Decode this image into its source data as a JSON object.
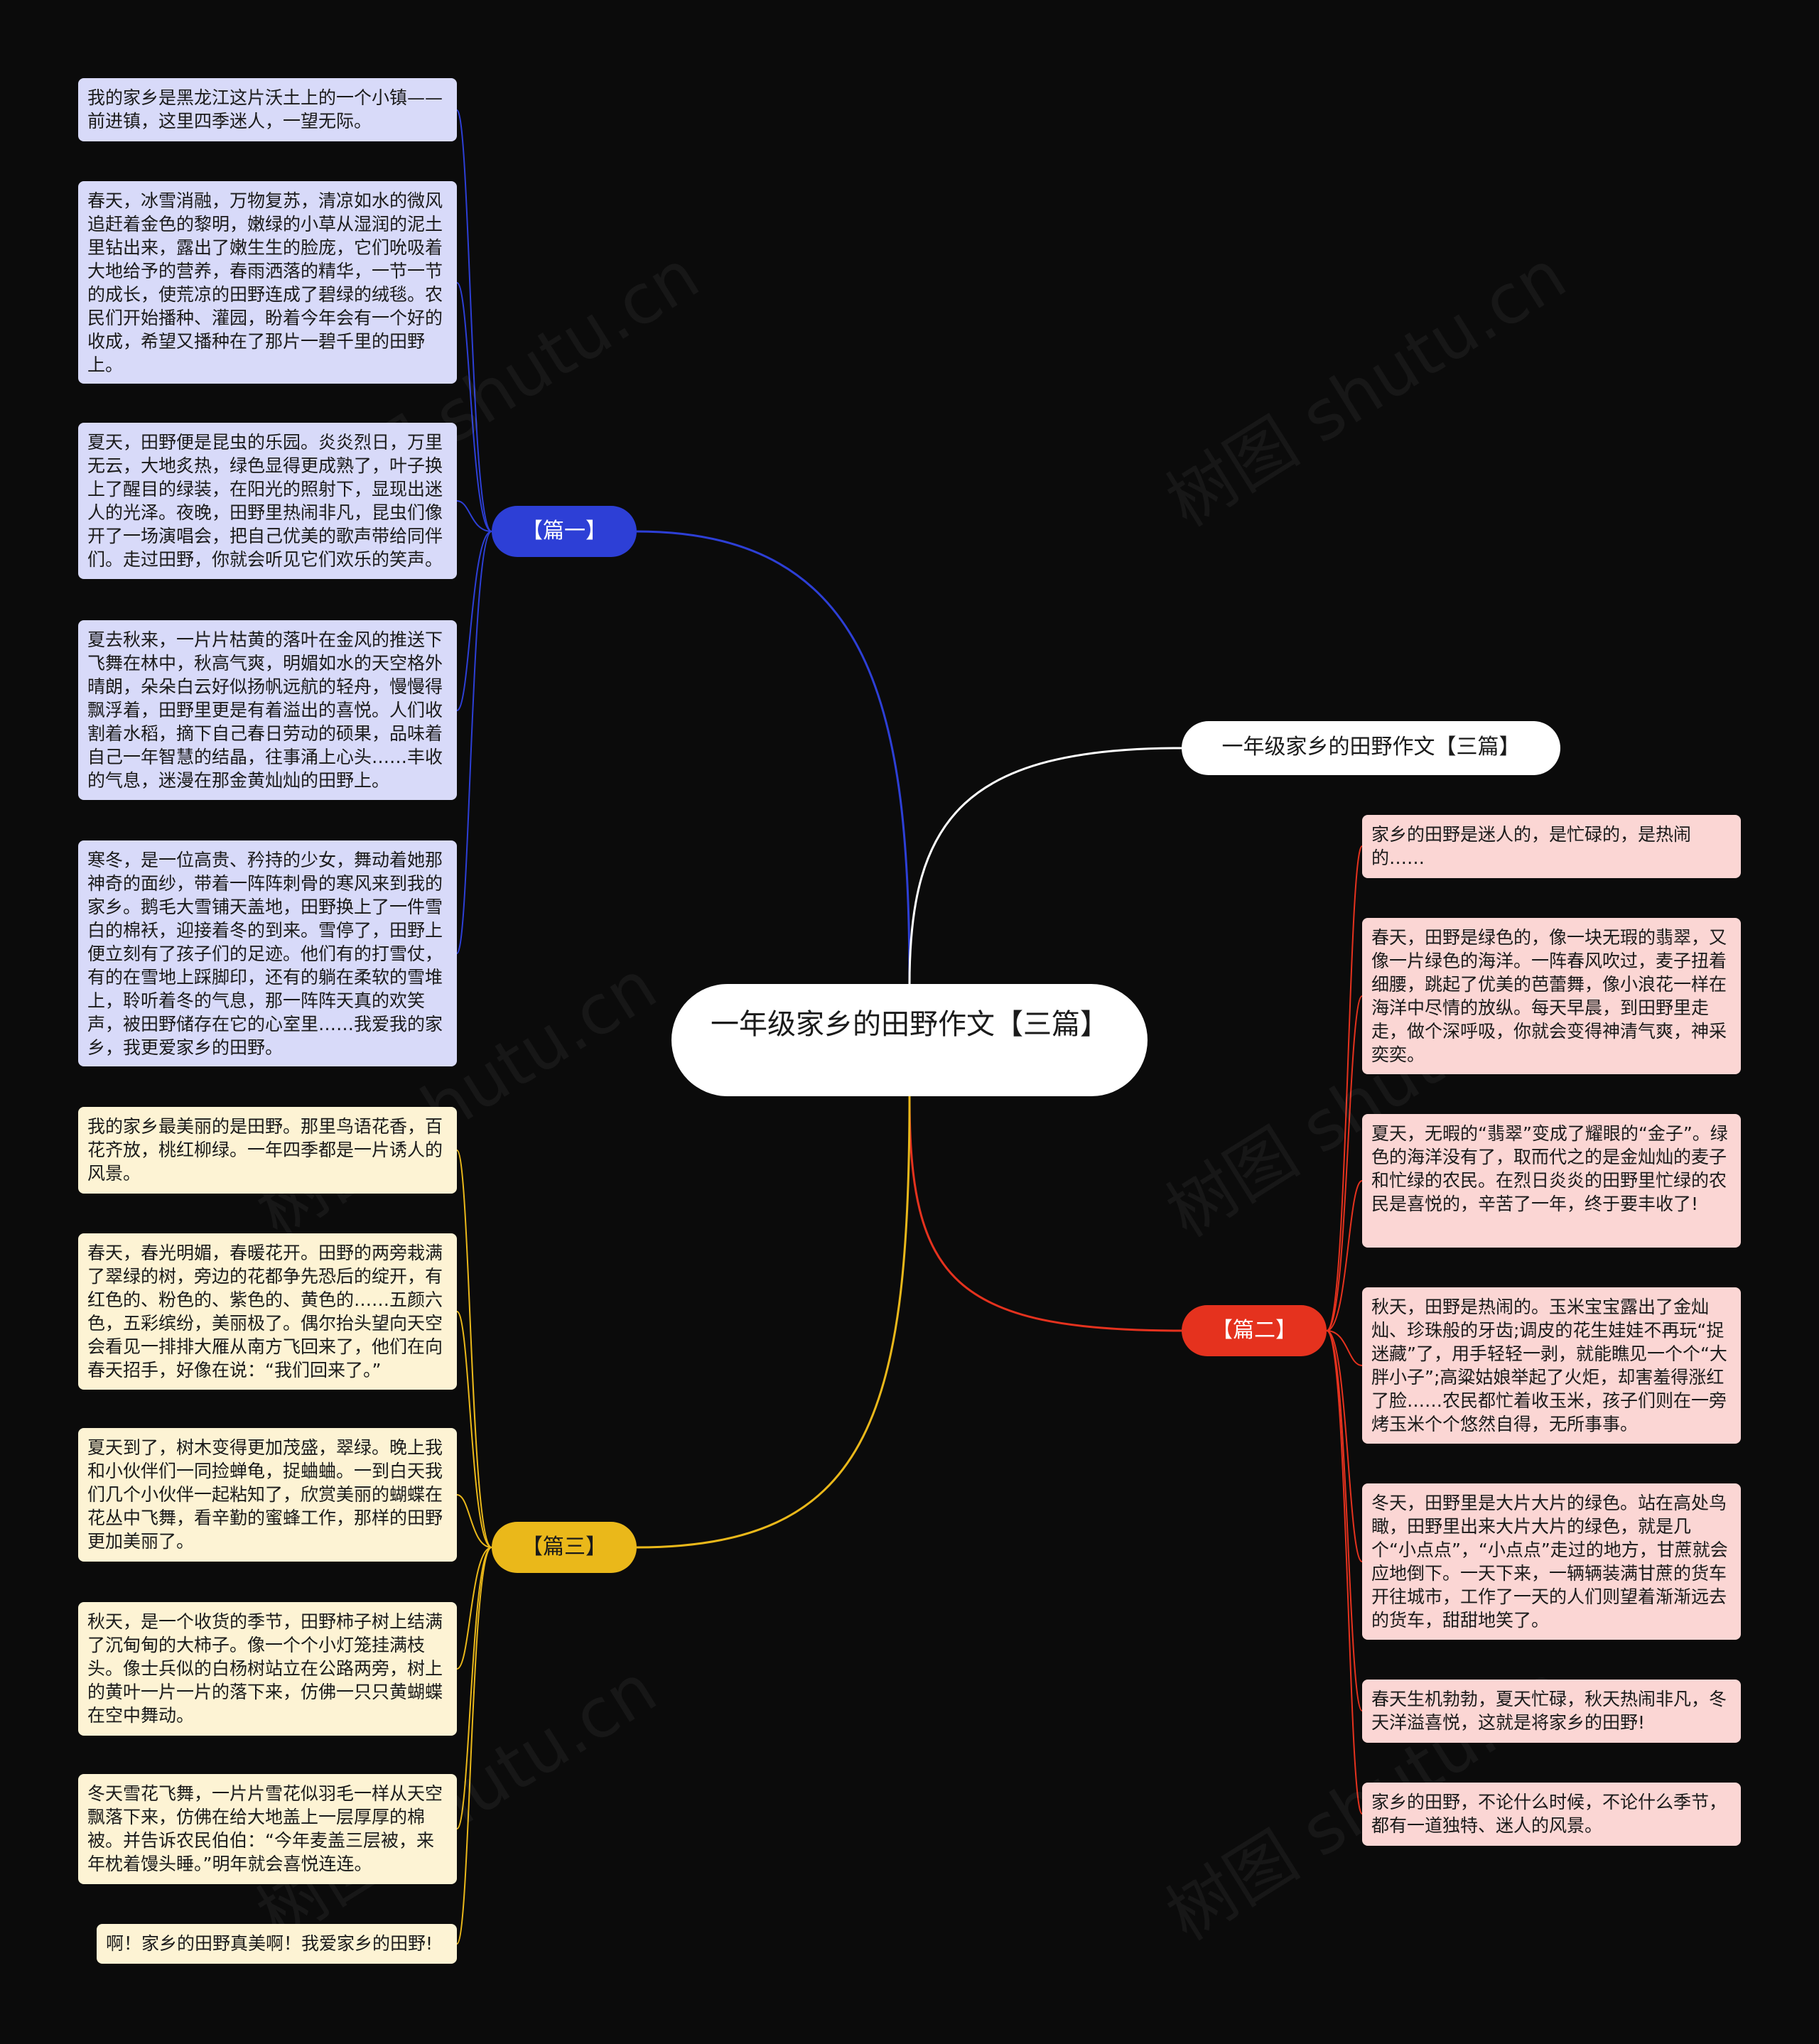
{
  "colors": {
    "background": "#0b0b0b",
    "branch1": "#2d3fd6",
    "branch2": "#e5321e",
    "branch3": "#eab81a",
    "title_link": "#ffffff"
  },
  "root": "一年级家乡的田野作文【三篇】",
  "title_node": "一年级家乡的田野作文【三篇】",
  "branches": [
    {
      "label": "【篇一】",
      "items": [
        "我的家乡是黑龙江这片沃土上的一个小镇——前进镇，这里四季迷人，一望无际。",
        "春天，冰雪消融，万物复苏，清凉如水的微风追赶着金色的黎明，嫩绿的小草从湿润的泥土里钻出来，露出了嫩生生的脸庞，它们吮吸着大地给予的营养，春雨洒落的精华，一节一节的成长，使荒凉的田野连成了碧绿的绒毯。农民们开始播种、灌园，盼着今年会有一个好的收成，希望又播种在了那片一碧千里的田野上。",
        "夏天，田野便是昆虫的乐园。炎炎烈日，万里无云，大地炙热，绿色显得更成熟了，叶子换上了醒目的绿装，在阳光的照射下，显现出迷人的光泽。夜晚，田野里热闹非凡，昆虫们像开了一场演唱会，把自己优美的歌声带给同伴们。走过田野，你就会听见它们欢乐的笑声。",
        "夏去秋来，一片片枯黄的落叶在金风的推送下飞舞在林中，秋高气爽，明媚如水的天空格外晴朗，朵朵白云好似扬帆远航的轻舟，慢慢得飘浮着，田野里更是有着溢出的喜悦。人们收割着水稻，摘下自己春日劳动的硕果，品味着自己一年智慧的结晶，往事涌上心头……丰收的气息，迷漫在那金黄灿灿的田野上。",
        "寒冬，是一位高贵、矜持的少女，舞动着她那神奇的面纱，带着一阵阵刺骨的寒风来到我的家乡。鹅毛大雪铺天盖地，田野换上了一件雪白的棉袄，迎接着冬的到来。雪停了，田野上便立刻有了孩子们的足迹。他们有的打雪仗，有的在雪地上踩脚印，还有的躺在柔软的雪堆上，聆听着冬的气息，那一阵阵天真的欢笑声，被田野储存在它的心室里……我爱我的家乡，我更爱家乡的田野。"
      ]
    },
    {
      "label": "【篇二】",
      "items": [
        "家乡的田野是迷人的，是忙碌的，是热闹的……",
        "春天，田野是绿色的，像一块无瑕的翡翠，又像一片绿色的海洋。一阵春风吹过，麦子扭着细腰，跳起了优美的芭蕾舞，像小浪花一样在海洋中尽情的放纵。每天早晨，到田野里走走，做个深呼吸，你就会变得神清气爽，神采奕奕。",
        "夏天，无暇的“翡翠”变成了耀眼的“金子”。绿色的海洋没有了，取而代之的是金灿灿的麦子和忙绿的农民。在烈日炎炎的田野里忙绿的农民是喜悦的，辛苦了一年，终于要丰收了!",
        "秋天，田野是热闹的。玉米宝宝露出了金灿灿、珍珠般的牙齿;调皮的花生娃娃不再玩“捉迷藏”了，用手轻轻一剥，就能瞧见一个个“大胖小子”;高粱姑娘举起了火炬，却害羞得涨红了脸……农民都忙着收玉米，孩子们则在一旁烤玉米个个悠然自得，无所事事。",
        "冬天，田野里是大片大片的绿色。站在高处鸟瞰，田野里出来大片大片的绿色，就是几个“小点点”，“小点点”走过的地方，甘蔗就会应地倒下。一天下来，一辆辆装满甘蔗的货车开往城市，工作了一天的人们则望着渐渐远去的货车，甜甜地笑了。",
        "春天生机勃勃，夏天忙碌，秋天热闹非凡，冬天洋溢喜悦，这就是将家乡的田野!",
        "家乡的田野，不论什么时候，不论什么季节，都有一道独特、迷人的风景。"
      ]
    },
    {
      "label": "【篇三】",
      "items": [
        "我的家乡最美丽的是田野。那里鸟语花香，百花齐放，桃红柳绿。一年四季都是一片诱人的风景。",
        "春天，春光明媚，春暖花开。田野的两旁栽满了翠绿的树，旁边的花都争先恐后的绽开，有红色的、粉色的、紫色的、黄色的……五颜六色，五彩缤纷，美丽极了。偶尔抬头望向天空会看见一排排大雁从南方飞回来了，他们在向春天招手，好像在说：“我们回来了。”",
        "夏天到了，树木变得更加茂盛，翠绿。晚上我和小伙伴们一同捡蝉龟，捉蛐蛐。一到白天我们几个小伙伴一起粘知了，欣赏美丽的蝴蝶在花丛中飞舞，看辛勤的蜜蜂工作，那样的田野更加美丽了。",
        "秋天，是一个收货的季节，田野柿子树上结满了沉甸甸的大柿子。像一个个小灯笼挂满枝头。像士兵似的白杨树站立在公路两旁，树上的黄叶一片一片的落下来，仿佛一只只黄蝴蝶在空中舞动。",
        "冬天雪花飞舞，一片片雪花似羽毛一样从天空飘落下来，仿佛在给大地盖上一层厚厚的棉被。并告诉农民伯伯：“今年麦盖三层被，来年枕着馒头睡。”明年就会喜悦连连。",
        "啊！家乡的田野真美啊！我爱家乡的田野!"
      ]
    }
  ],
  "watermark": "树图 shutu.cn"
}
